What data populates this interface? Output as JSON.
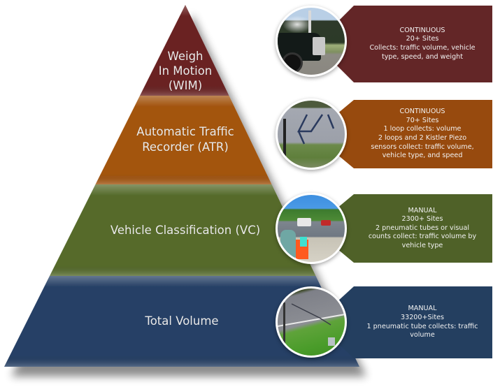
{
  "diagram": {
    "type": "pyramid",
    "tiers": [
      {
        "id": "wim",
        "label": "Weigh\nIn Motion\n(WIM)",
        "color": "#6b2424",
        "panel_color": "#632627",
        "photo": "truck-at-weigh-station-photo",
        "details": [
          "CONTINUOUS",
          "20+ Sites",
          "Collects: traffic volume, vehicle",
          "type, speed, and weight"
        ]
      },
      {
        "id": "atr",
        "label": "Automatic Traffic\nRecorder (ATR)",
        "color": "#a35510",
        "panel_color": "#974a0e",
        "photo": "road-loop-sensor-photo",
        "details": [
          "CONTINUOUS",
          "70+ Sites",
          "1 loop collects: volume",
          "2 loops and 2 Kistler Piezo",
          "sensors collect: traffic volume,",
          "vehicle type,  and speed"
        ]
      },
      {
        "id": "vc",
        "label": "Vehicle Classification (VC)",
        "color": "#566b2c",
        "panel_color": "#4f6128",
        "photo": "manual-count-observer-photo",
        "details": [
          "MANUAL",
          "2300+ Sites",
          "2 pneumatic tubes or visual",
          "counts collect: traffic volume by",
          "vehicle type"
        ]
      },
      {
        "id": "tv",
        "label": "Total Volume",
        "color": "#274166",
        "panel_color": "#243f60",
        "photo": "pneumatic-tube-roadside-photo",
        "details": [
          "MANUAL",
          "33200+Sites",
          "1 pneumatic tube collects: traffic",
          "volume"
        ]
      }
    ]
  }
}
